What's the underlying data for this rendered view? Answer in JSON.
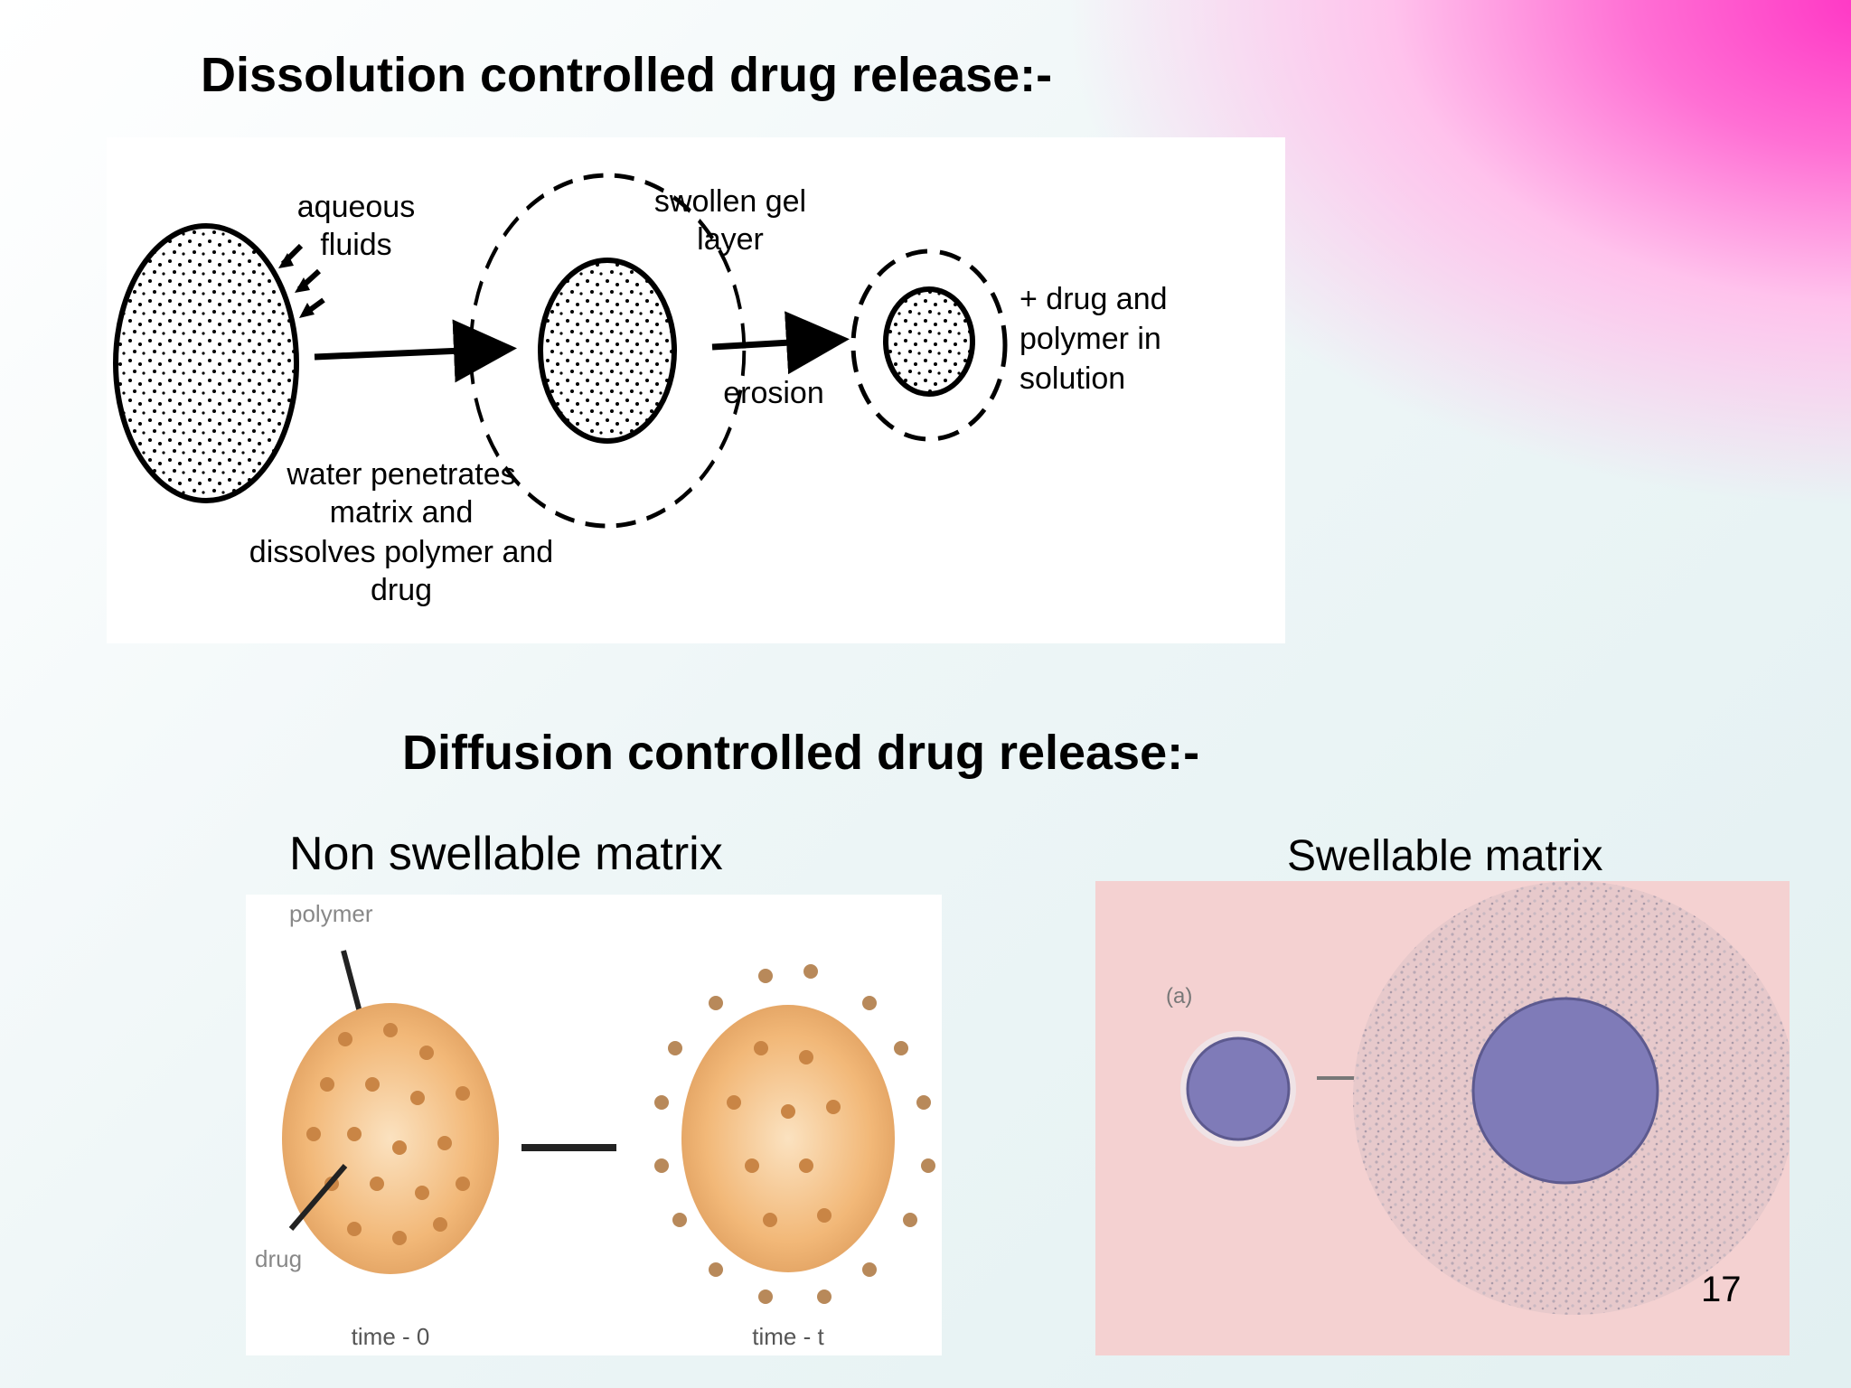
{
  "headings": {
    "dissolution": "Dissolution controlled drug release:-",
    "diffusion": "Diffusion controlled drug release:-"
  },
  "subheadings": {
    "non_swellable": "Non swellable matrix",
    "swellable": "Swellable matrix"
  },
  "dissolution_diagram": {
    "aqueous_fluids": [
      "aqueous",
      "fluids"
    ],
    "swollen_gel_layer": [
      "swollen gel",
      "layer"
    ],
    "erosion": "erosion",
    "result": [
      "+ drug and",
      "polymer in",
      "solution"
    ],
    "water_penetrates": [
      "water penetrates",
      "matrix and",
      "dissolves polymer and",
      "drug"
    ]
  },
  "non_swellable_diagram": {
    "polymer_label": "polymer",
    "drug_label": "drug",
    "time_0": "time - 0",
    "time_t": "time - t"
  },
  "swellable_diagram": {
    "panel_label": "(a)"
  },
  "page_number": "17",
  "colors": {
    "pink_accent": "#ff33c4",
    "sphere_orange": "#f0b070",
    "drug_dot": "#c98545",
    "swell_core": "#7f7bb8",
    "swell_bg": "#f4d1d1"
  }
}
